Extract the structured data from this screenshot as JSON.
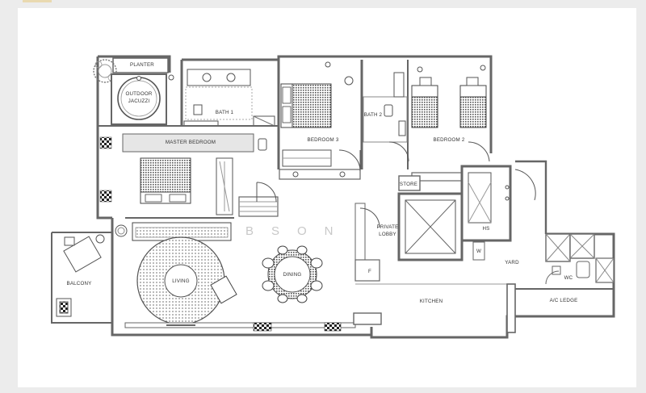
{
  "plan": {
    "watermark": "BSON",
    "rooms": {
      "planter": "PLANTER",
      "outdoor_jacuzzi": "OUTDOOR\nJACUZZI",
      "bath1": "BATH 1",
      "master_bedroom": "MASTER BEDROOM",
      "bedroom3": "BEDROOM 3",
      "bath2": "BATH 2",
      "bedroom2": "BEDROOM 2",
      "store": "STORE",
      "private_lobby": "PRIVATE\nLOBBY",
      "hs": "HS",
      "w": "W",
      "f": "F",
      "yard": "YARD",
      "wc": "WC",
      "balcony": "BALCONY",
      "living": "LIVING",
      "dining": "DINING",
      "kitchen": "KITCHEN",
      "ac_ledge": "A/C LEDGE"
    },
    "colors": {
      "wall": "#6e6e6e",
      "ink": "#333333",
      "paper": "#ffffff",
      "background": "#ececec"
    }
  }
}
